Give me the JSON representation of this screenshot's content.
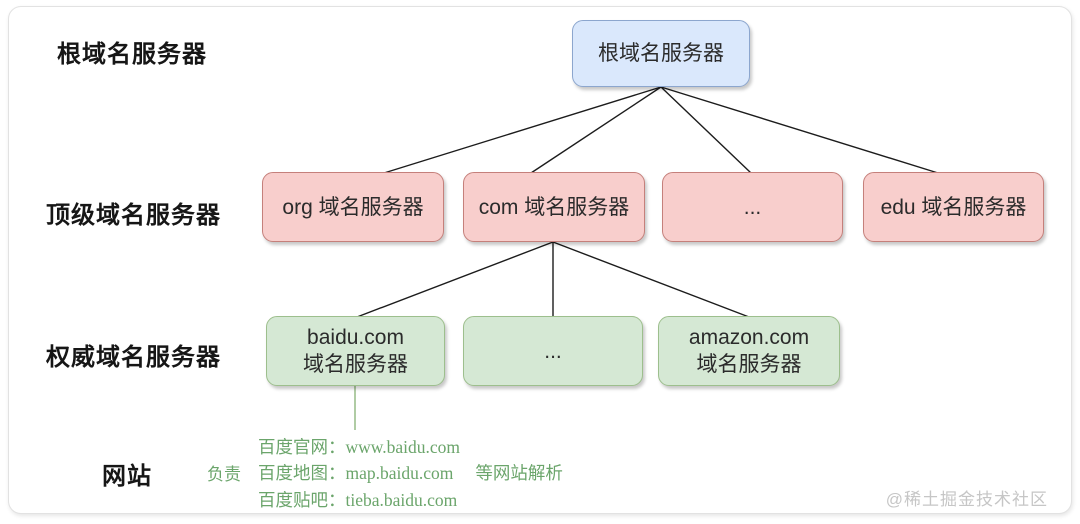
{
  "title": "DNS 域名服务器层级图",
  "colors": {
    "root_fill": "#dae8fc",
    "root_border": "#8ca6ce",
    "tld_fill": "#f8cecc",
    "tld_border": "#c5807b",
    "auth_fill": "#d5e8d4",
    "auth_border": "#9dbf8d",
    "green_text": "#6ba56b",
    "line": "#1c1c1c",
    "watermark": "#c6c6c6"
  },
  "row_labels": {
    "root": "根域名服务器",
    "tld": "顶级域名服务器",
    "auth": "权威域名服务器",
    "site": "网站"
  },
  "nodes": {
    "root": {
      "label": "根域名服务器"
    },
    "tld": [
      {
        "label": "org 域名服务器"
      },
      {
        "label": "com 域名服务器"
      },
      {
        "label": "..."
      },
      {
        "label": "edu 域名服务器"
      }
    ],
    "auth": [
      {
        "line1": "baidu.com",
        "line2": "域名服务器"
      },
      {
        "line1": "...",
        "line2": ""
      },
      {
        "line1": "amazon.com",
        "line2": "域名服务器"
      }
    ]
  },
  "website": {
    "duty": "负责",
    "entries": [
      {
        "label": "百度官网：",
        "domain": "www.baidu.com",
        "suffix": ""
      },
      {
        "label": "百度地图：",
        "domain": "map.baidu.com",
        "suffix": "等网站解析"
      },
      {
        "label": "百度贴吧：",
        "domain": "tieba.baidu.com",
        "suffix": ""
      }
    ]
  },
  "watermark": "@稀土掘金技术社区"
}
